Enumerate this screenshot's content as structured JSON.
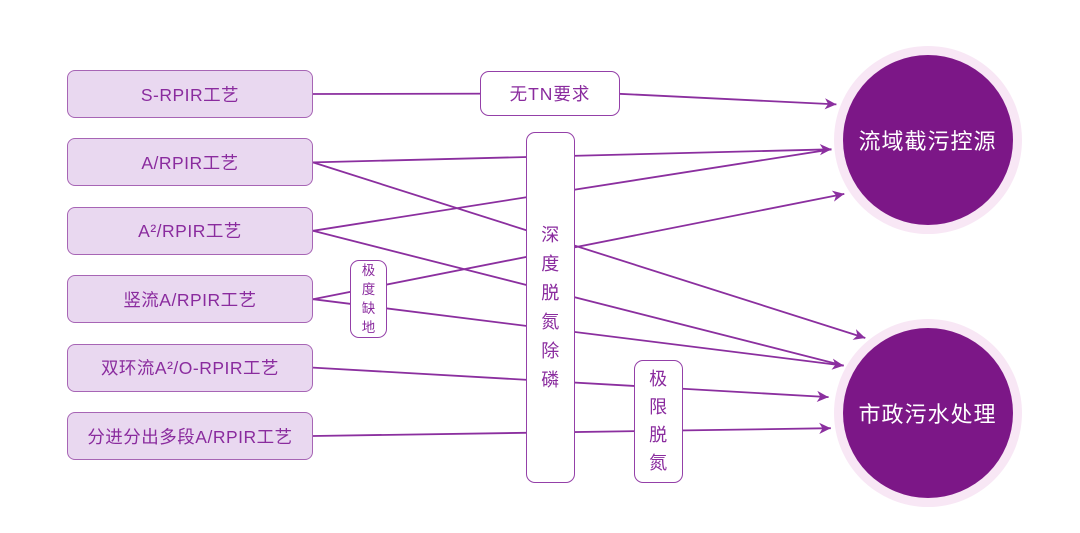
{
  "diagram": {
    "title": "RPIR process application diagram",
    "colors": {
      "edge": "#8b2f9f",
      "process_fill": "#e9d8f0",
      "process_border": "#a765b5",
      "process_text": "#8a2b9e",
      "label_border": "#9440a8",
      "label_text": "#8a2b9e",
      "target_fill": "#7c1787",
      "target_ring": "#f8e7f5",
      "target_text": "#ffffff",
      "background": "#ffffff"
    },
    "processes": [
      {
        "label": "S-RPIR工艺"
      },
      {
        "label": "A/RPIR工艺"
      },
      {
        "label": "A²/RPIR工艺"
      },
      {
        "label": "竖流A/RPIR工艺"
      },
      {
        "label": "双环流A²/O-RPIR工艺"
      },
      {
        "label": "分进分出多段A/RPIR工艺"
      }
    ],
    "edge_labels": [
      {
        "label": "无TN要求",
        "orientation": "horizontal"
      },
      {
        "label": "深度脱氮除磷",
        "orientation": "vertical"
      },
      {
        "label": "极度缺地",
        "orientation": "vertical"
      },
      {
        "label": "极限脱氮",
        "orientation": "vertical"
      }
    ],
    "targets": [
      {
        "label": "流域截污控源"
      },
      {
        "label": "市政污水处理"
      }
    ],
    "edges": [
      {
        "from": "S-RPIR工艺",
        "to": "流域截污控源",
        "via": "无TN要求"
      },
      {
        "from": "A/RPIR工艺",
        "to": "流域截污控源",
        "via": "深度脱氮除磷"
      },
      {
        "from": "A²/RPIR工艺",
        "to": "流域截污控源",
        "via": "深度脱氮除磷"
      },
      {
        "from": "竖流A/RPIR工艺",
        "to": "流域截污控源",
        "via": "极度缺地"
      },
      {
        "from": "A/RPIR工艺",
        "to": "市政污水处理",
        "via": "深度脱氮除磷"
      },
      {
        "from": "A²/RPIR工艺",
        "to": "市政污水处理",
        "via": "深度脱氮除磷"
      },
      {
        "from": "竖流A/RPIR工艺",
        "to": "市政污水处理",
        "via": "深度脱氮除磷"
      },
      {
        "from": "双环流A²/O-RPIR工艺",
        "to": "市政污水处理",
        "via": "极限脱氮"
      },
      {
        "from": "分进分出多段A/RPIR工艺",
        "to": "市政污水处理",
        "via": "极限脱氮"
      }
    ]
  }
}
